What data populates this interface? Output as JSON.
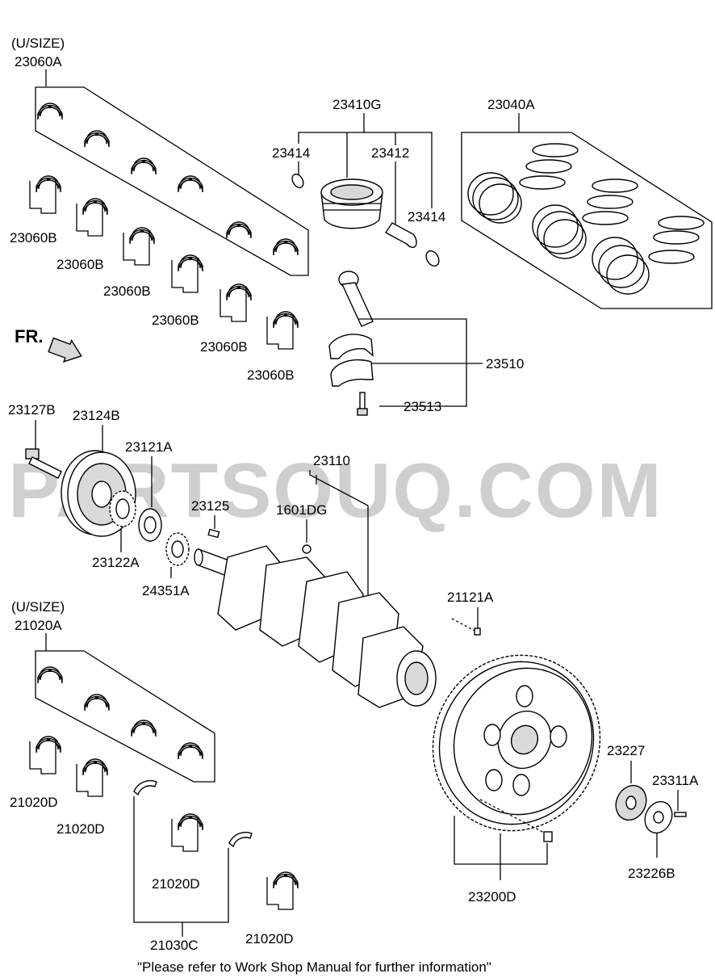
{
  "watermark": "PARTSOUQ.COM",
  "front_label": "FR.",
  "footer_note": "\"Please refer to Work Shop Manual for further information\"",
  "labels": {
    "usize_top": "(U/SIZE)",
    "p23060A": "23060A",
    "p23060B": "23060B",
    "p23410G": "23410G",
    "p23414": "23414",
    "p23412": "23412",
    "p23040A": "23040A",
    "p23510": "23510",
    "p23513": "23513",
    "p23127B": "23127B",
    "p23124B": "23124B",
    "p23121A": "23121A",
    "p23110": "23110",
    "p23125": "23125",
    "p1601DG": "1601DG",
    "p23122A": "23122A",
    "p24351A": "24351A",
    "usize_bottom": "(U/SIZE)",
    "p21020A": "21020A",
    "p21121A": "21121A",
    "p21020D": "21020D",
    "p23227": "23227",
    "p23311A": "23311A",
    "p23226B": "23226B",
    "p23200D": "23200D",
    "p21030C": "21030C"
  },
  "icons": [
    "bearing-shell-icon",
    "piston-icon",
    "piston-ring-icon",
    "connecting-rod-icon",
    "bolt-icon",
    "damper-pulley-icon",
    "sprocket-icon",
    "crankshaft-icon",
    "flywheel-icon",
    "thrust-washer-icon",
    "arrow-front-icon"
  ]
}
